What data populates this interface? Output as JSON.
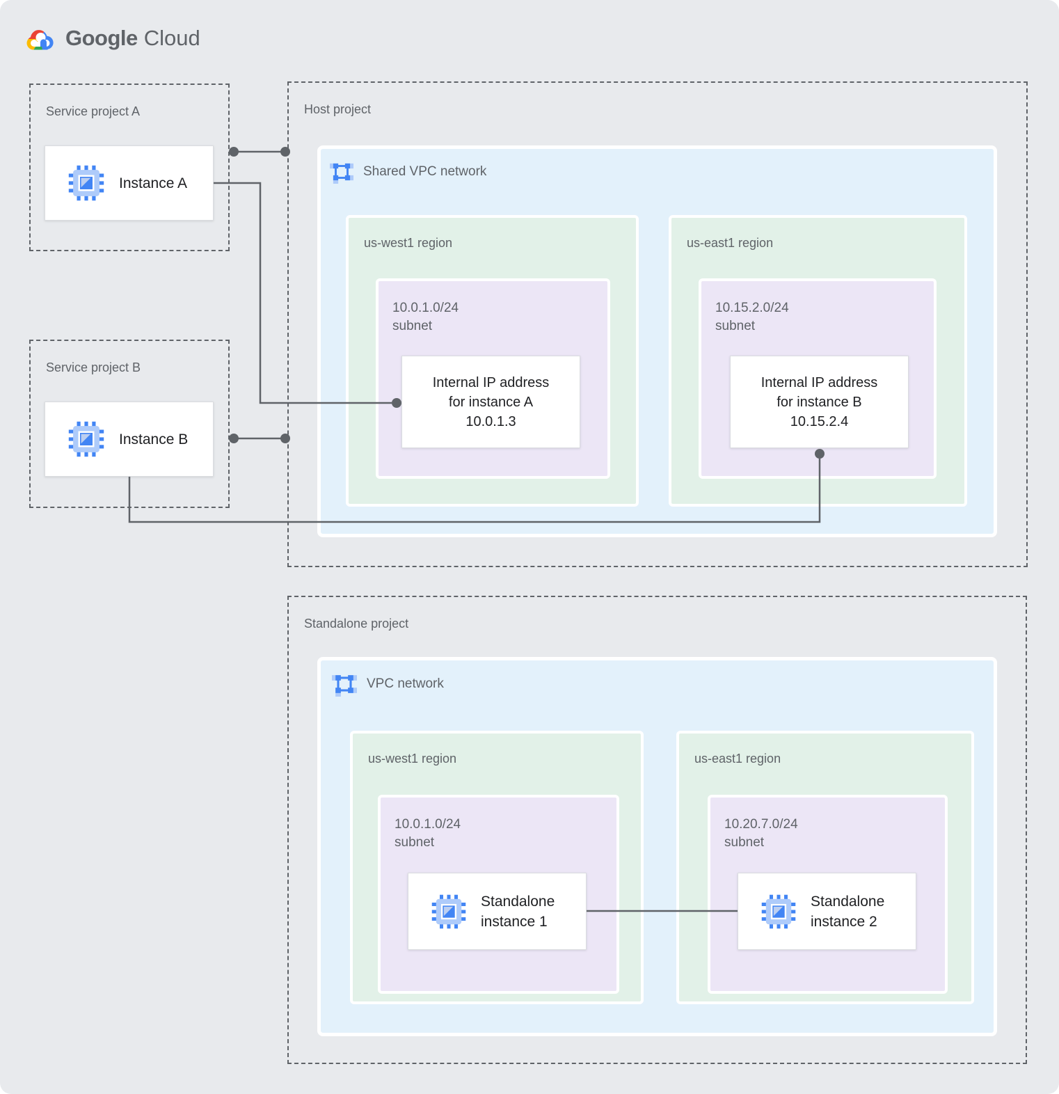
{
  "logo": {
    "part1": "Google",
    "part2": "Cloud"
  },
  "colors": {
    "canvas_bg": "#E8EAED",
    "network_bg": "#E3F1FB",
    "region_bg": "#E2F1E8",
    "subnet_bg": "#ECE6F6",
    "card_bg": "#FFFFFF",
    "connector": "#5F6368",
    "accent_blue": "#4285F4",
    "label_gray": "#5F6368",
    "text_dark": "#202124"
  },
  "icons": {
    "instance": "compute-engine-icon",
    "network": "vpc-network-icon",
    "logo": "google-cloud-logo"
  },
  "service_project_a": {
    "label": "Service project A",
    "instance": {
      "label": "Instance A"
    }
  },
  "service_project_b": {
    "label": "Service project B",
    "instance": {
      "label": "Instance B"
    }
  },
  "host_project": {
    "label": "Host project",
    "network": {
      "label": "Shared VPC network"
    },
    "regions": [
      {
        "label": "us-west1 region",
        "subnet": {
          "cidr": "10.0.1.0/24",
          "word": "subnet"
        },
        "card": {
          "line1": "Internal IP address",
          "line2": "for instance A",
          "line3": "10.0.1.3"
        }
      },
      {
        "label": "us-east1 region",
        "subnet": {
          "cidr": "10.15.2.0/24",
          "word": "subnet"
        },
        "card": {
          "line1": "Internal IP address",
          "line2": "for instance B",
          "line3": "10.15.2.4"
        }
      }
    ]
  },
  "standalone_project": {
    "label": "Standalone project",
    "network": {
      "label": "VPC network"
    },
    "regions": [
      {
        "label": "us-west1 region",
        "subnet": {
          "cidr": "10.0.1.0/24",
          "word": "subnet"
        },
        "instance": {
          "line1": "Standalone",
          "line2": "instance 1"
        }
      },
      {
        "label": "us-east1 region",
        "subnet": {
          "cidr": "10.20.7.0/24",
          "word": "subnet"
        },
        "instance": {
          "line1": "Standalone",
          "line2": "instance 2"
        }
      }
    ]
  }
}
